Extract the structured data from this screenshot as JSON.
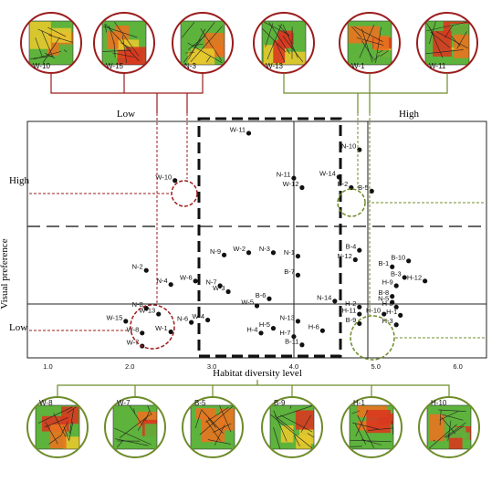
{
  "chart_data": {
    "type": "scatter",
    "title": "",
    "xlabel": "Habitat diversity level",
    "ylabel": "Visual preference",
    "xlim": [
      0.75,
      6.35
    ],
    "x_ticks": [
      "1.0",
      "2.0",
      "3.0",
      "4.0",
      "5.0",
      "6.0"
    ],
    "y_category_labels": [
      "High",
      "Low"
    ],
    "x_category_labels": [
      "Low",
      "High"
    ],
    "grid": false,
    "points": [
      {
        "label": "W-11",
        "x": 3.45,
        "y": 9.5
      },
      {
        "label": "N-10",
        "x": 4.8,
        "y": 8.8
      },
      {
        "label": "N-11",
        "x": 4.0,
        "y": 7.6
      },
      {
        "label": "W-14",
        "x": 4.55,
        "y": 7.65
      },
      {
        "label": "W-12",
        "x": 4.1,
        "y": 7.2
      },
      {
        "label": "B-2",
        "x": 4.7,
        "y": 7.2
      },
      {
        "label": "B-5",
        "x": 4.95,
        "y": 7.05
      },
      {
        "label": "W-10",
        "x": 2.55,
        "y": 7.5
      },
      {
        "label": "N-9",
        "x": 3.15,
        "y": 4.35
      },
      {
        "label": "W-2",
        "x": 3.45,
        "y": 4.45
      },
      {
        "label": "N-3",
        "x": 3.75,
        "y": 4.45
      },
      {
        "label": "N-1",
        "x": 4.05,
        "y": 4.3
      },
      {
        "label": "B-4",
        "x": 4.8,
        "y": 4.55
      },
      {
        "label": "N-12",
        "x": 4.75,
        "y": 4.15
      },
      {
        "label": "B-10",
        "x": 5.4,
        "y": 4.1
      },
      {
        "label": "B-1",
        "x": 5.2,
        "y": 3.85
      },
      {
        "label": "B-3",
        "x": 5.35,
        "y": 3.4
      },
      {
        "label": "H-9",
        "x": 5.25,
        "y": 3.05
      },
      {
        "label": "H-12",
        "x": 5.6,
        "y": 3.25
      },
      {
        "label": "B-7",
        "x": 4.05,
        "y": 3.5
      },
      {
        "label": "N-2",
        "x": 2.2,
        "y": 3.7
      },
      {
        "label": "N-4",
        "x": 2.5,
        "y": 3.1
      },
      {
        "label": "W-6",
        "x": 2.8,
        "y": 3.25
      },
      {
        "label": "N-7",
        "x": 3.1,
        "y": 3.05
      },
      {
        "label": "W-3",
        "x": 3.2,
        "y": 2.8
      },
      {
        "label": "B-6",
        "x": 3.7,
        "y": 2.5
      },
      {
        "label": "W-5",
        "x": 3.55,
        "y": 2.2
      },
      {
        "label": "N-14",
        "x": 4.5,
        "y": 2.4
      },
      {
        "label": "B-8",
        "x": 5.2,
        "y": 2.6
      },
      {
        "label": "N-5",
        "x": 5.2,
        "y": 2.35
      },
      {
        "label": "H-8",
        "x": 5.25,
        "y": 2.15
      },
      {
        "label": "H-2",
        "x": 4.8,
        "y": 2.15
      },
      {
        "label": "N-8",
        "x": 2.2,
        "y": 2.1
      },
      {
        "label": "W-13",
        "x": 2.35,
        "y": 1.85
      },
      {
        "label": "W-15",
        "x": 1.95,
        "y": 1.55
      },
      {
        "label": "N-6",
        "x": 2.75,
        "y": 1.5
      },
      {
        "label": "W-4",
        "x": 2.95,
        "y": 1.6
      },
      {
        "label": "W-8",
        "x": 2.15,
        "y": 1.05
      },
      {
        "label": "W-1",
        "x": 2.5,
        "y": 1.1
      },
      {
        "label": "W-7",
        "x": 2.15,
        "y": 0.5
      },
      {
        "label": "H-11",
        "x": 4.8,
        "y": 1.85
      },
      {
        "label": "H-10",
        "x": 5.1,
        "y": 1.85
      },
      {
        "label": "H-1",
        "x": 5.3,
        "y": 1.8
      },
      {
        "label": "H-3",
        "x": 5.25,
        "y": 1.4
      },
      {
        "label": "N-13",
        "x": 4.05,
        "y": 1.55
      },
      {
        "label": "H-5",
        "x": 3.75,
        "y": 1.25
      },
      {
        "label": "H-6",
        "x": 4.35,
        "y": 1.15
      },
      {
        "label": "B-9",
        "x": 4.8,
        "y": 1.45
      },
      {
        "label": "H-4",
        "x": 3.6,
        "y": 1.05
      },
      {
        "label": "H-7",
        "x": 4.0,
        "y": 0.9
      },
      {
        "label": "B-11",
        "x": 4.1,
        "y": 0.55
      }
    ]
  },
  "axis_labels": {
    "x": "Habitat diversity level",
    "y": "Visual preference",
    "x_low": "Low",
    "x_high": "High",
    "y_high": "High",
    "y_low": "Low"
  },
  "thumbnails_top": [
    "W-10",
    "W-15",
    "N-3",
    "W-13",
    "W-1",
    "W-11"
  ],
  "thumbnails_bottom": [
    "W-8",
    "W-7",
    "B-5",
    "B-9",
    "H-1",
    "H-10"
  ],
  "colors": {
    "red_accent": "#9b1c1c",
    "green_accent": "#6e8c2a",
    "thumb_green": "#5db33c",
    "thumb_orange": "#e8731f",
    "thumb_yellow": "#e6c82e",
    "thumb_red": "#d8391f"
  }
}
